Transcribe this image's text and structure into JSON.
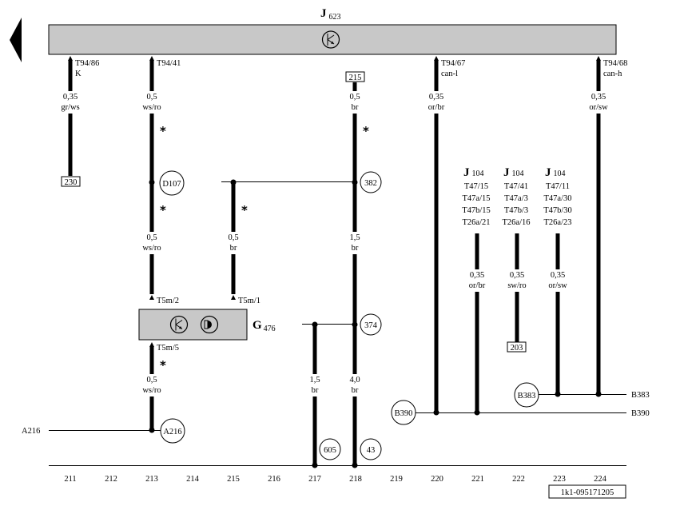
{
  "modules": {
    "j623": {
      "name": "J",
      "sub": "623"
    },
    "g476": {
      "name": "G",
      "sub": "476"
    }
  },
  "pins": {
    "t94_86": "T94/86",
    "t94_86_sig": "K",
    "t94_41": "T94/41",
    "t94_67": "T94/67",
    "t94_67_sig": "can-l",
    "t94_68": "T94/68",
    "t94_68_sig": "can-h",
    "t5m_2": "T5m/2",
    "t5m_1": "T5m/1",
    "t5m_5": "T5m/5"
  },
  "j104_blocks": [
    {
      "name": "J",
      "sub": "104",
      "lines": [
        "T47/15",
        "T47a/15",
        "T47b/15",
        "T26a/21"
      ]
    },
    {
      "name": "J",
      "sub": "104",
      "lines": [
        "T47/41",
        "T47a/3",
        "T47b/3",
        "T26a/16"
      ]
    },
    {
      "name": "J",
      "sub": "104",
      "lines": [
        "T47/11",
        "T47a/30",
        "T47b/30",
        "T26a/23"
      ]
    }
  ],
  "wire_specs": {
    "w211": [
      "0,35",
      "gr/ws"
    ],
    "w213a": [
      "0,5",
      "ws/ro"
    ],
    "w213b": [
      "0,5",
      "ws/ro"
    ],
    "w213c": [
      "0,5",
      "ws/ro"
    ],
    "w215": [
      "0,5",
      "br"
    ],
    "w218a": [
      "0,5",
      "br"
    ],
    "w218b": [
      "1,5",
      "br"
    ],
    "w218c": [
      "4,0",
      "br"
    ],
    "w217": [
      "1,5",
      "br"
    ],
    "w220": [
      "0,35",
      "or/br"
    ],
    "w221": [
      "0,35",
      "or/br"
    ],
    "w222": [
      "0,35",
      "sw/ro"
    ],
    "w223": [
      "0,35",
      "or/sw"
    ],
    "w224": [
      "0,35",
      "or/sw"
    ]
  },
  "refs": {
    "r230": "230",
    "r215": "215",
    "r203": "203"
  },
  "nodes": {
    "d107": "D107",
    "n382": "382",
    "n374": "374",
    "a216": "A216",
    "n605": "605",
    "n43": "43",
    "b390": "B390",
    "b383": "B383"
  },
  "side_labels": {
    "a216": "A216",
    "b383": "B383",
    "b390": "B390"
  },
  "marker": "*",
  "tracks": [
    "211",
    "212",
    "213",
    "214",
    "215",
    "216",
    "217",
    "218",
    "219",
    "220",
    "221",
    "222",
    "223",
    "224"
  ],
  "doc_id": "1k1-095171205"
}
